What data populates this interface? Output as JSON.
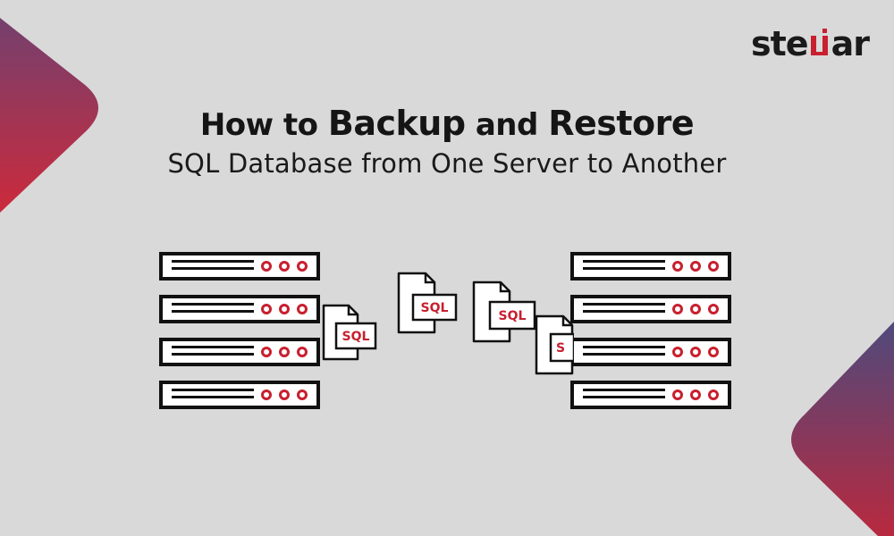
{
  "brand": {
    "logo_pre": "ste",
    "logo_post": "ar",
    "accent": "#c8202f"
  },
  "headline": {
    "line1_a": "How to ",
    "line1_b": "Backup",
    "line1_c": " and ",
    "line1_d": "Restore",
    "line2": "SQL Database from One Server to Another"
  },
  "files": {
    "label": "SQL"
  },
  "colors": {
    "background": "#d9d9d9",
    "gradient_red": "#c62a3e",
    "gradient_purple": "#5b4677"
  }
}
